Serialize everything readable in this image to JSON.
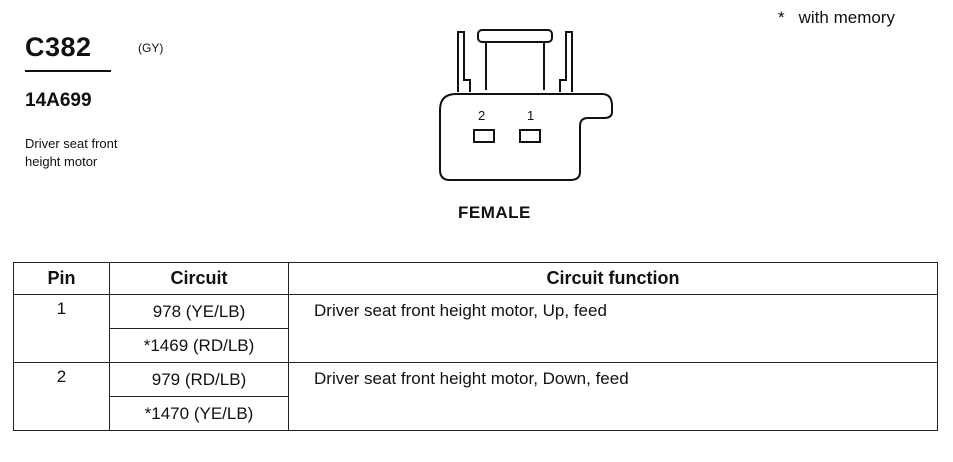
{
  "connector": {
    "id": "C382",
    "color_code": "(GY)",
    "part_number": "14A699",
    "description_line1": "Driver seat front",
    "description_line2": "height motor",
    "gender": "FEMALE",
    "cavity_labels": [
      "2",
      "1"
    ]
  },
  "note": {
    "symbol": "*",
    "text": "with memory"
  },
  "table": {
    "headers": [
      "Pin",
      "Circuit",
      "Circuit function"
    ],
    "rows": [
      {
        "pin": "1",
        "circuits": [
          "978 (YE/LB)",
          "*1469 (RD/LB)"
        ],
        "function": "Driver seat front height motor, Up, feed"
      },
      {
        "pin": "2",
        "circuits": [
          "979 (RD/LB)",
          "*1470 (YE/LB)"
        ],
        "function": "Driver seat front height motor, Down, feed"
      }
    ]
  }
}
